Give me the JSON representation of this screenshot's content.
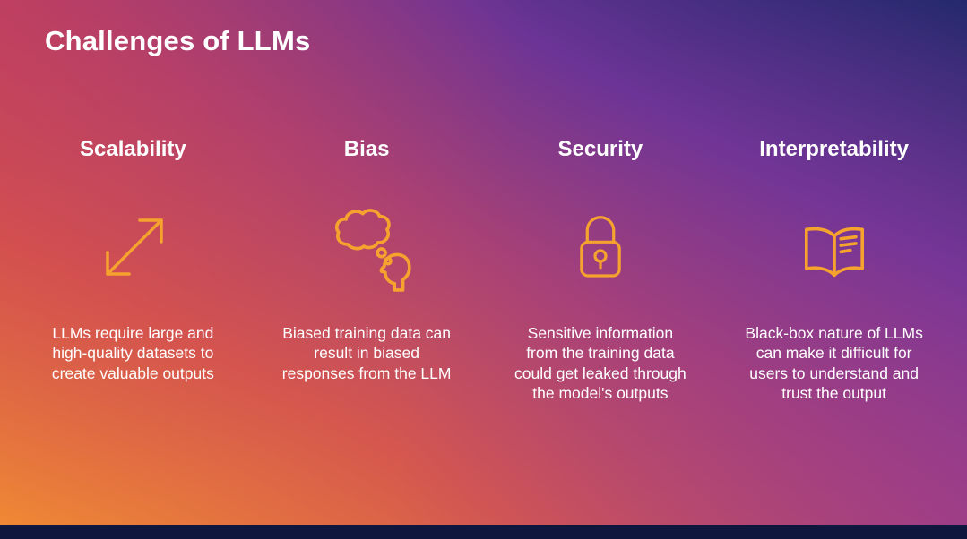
{
  "title": "Challenges of LLMs",
  "colors": {
    "icon_accent": "#F5A32E",
    "text": "#FFFFFF",
    "gradient_bottom_left": "#F08A33",
    "gradient_top_left": "#CD3C52",
    "gradient_bottom_right": "#943A98",
    "gradient_top_right": "#1F286B"
  },
  "columns": [
    {
      "heading": "Scalability",
      "icon": "expand-arrows-icon",
      "description": "LLMs require large and high-quality datasets to create valuable outputs"
    },
    {
      "heading": "Bias",
      "icon": "thought-bubble-head-icon",
      "description": "Biased training data can result in biased responses from the LLM"
    },
    {
      "heading": "Security",
      "icon": "padlock-icon",
      "description": "Sensitive information from the training data could get leaked through the model's outputs"
    },
    {
      "heading": "Interpretability",
      "icon": "open-book-icon",
      "description": "Black-box nature of LLMs can make it difficult for users to understand and trust the output"
    }
  ]
}
